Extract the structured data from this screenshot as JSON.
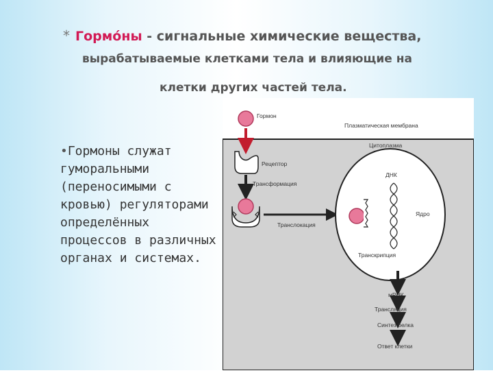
{
  "slide": {
    "star": "*",
    "term": "Гормо́ны",
    "dash": " -",
    "title_line1": " сигнальные химические вещества,",
    "title_line2": "вырабатываемые клетками тела и влияющие на",
    "title_line3": "клетки других частей тела.",
    "bullet": "•",
    "body": "Гормоны служат гуморальными (переносимыми с кровью) регуляторами определённых процессов в различных органах и системах."
  },
  "diagram": {
    "labels": {
      "hormone": "Гормон",
      "membrane": "Плазматическая мембрана",
      "cytoplasm": "Цитоплазма",
      "receptor": "Рецептор",
      "transformation": "Трансформация",
      "dna": "ДНК",
      "nucleus": "Ядро",
      "translocation": "Транслокация",
      "transcription": "Транскрипция",
      "mrna": "мРНК",
      "translation": "Трансляция",
      "protein_synthesis": "Синтез белка",
      "cell_response": "Ответ клетки"
    },
    "colors": {
      "hormone_fill": "#e8799a",
      "hormone_stroke": "#b03a5c",
      "arrow_red": "#c21d2e",
      "cell_fill": "#d2d2d2",
      "nucleus_fill": "#ffffff",
      "frame": "#222222"
    }
  }
}
